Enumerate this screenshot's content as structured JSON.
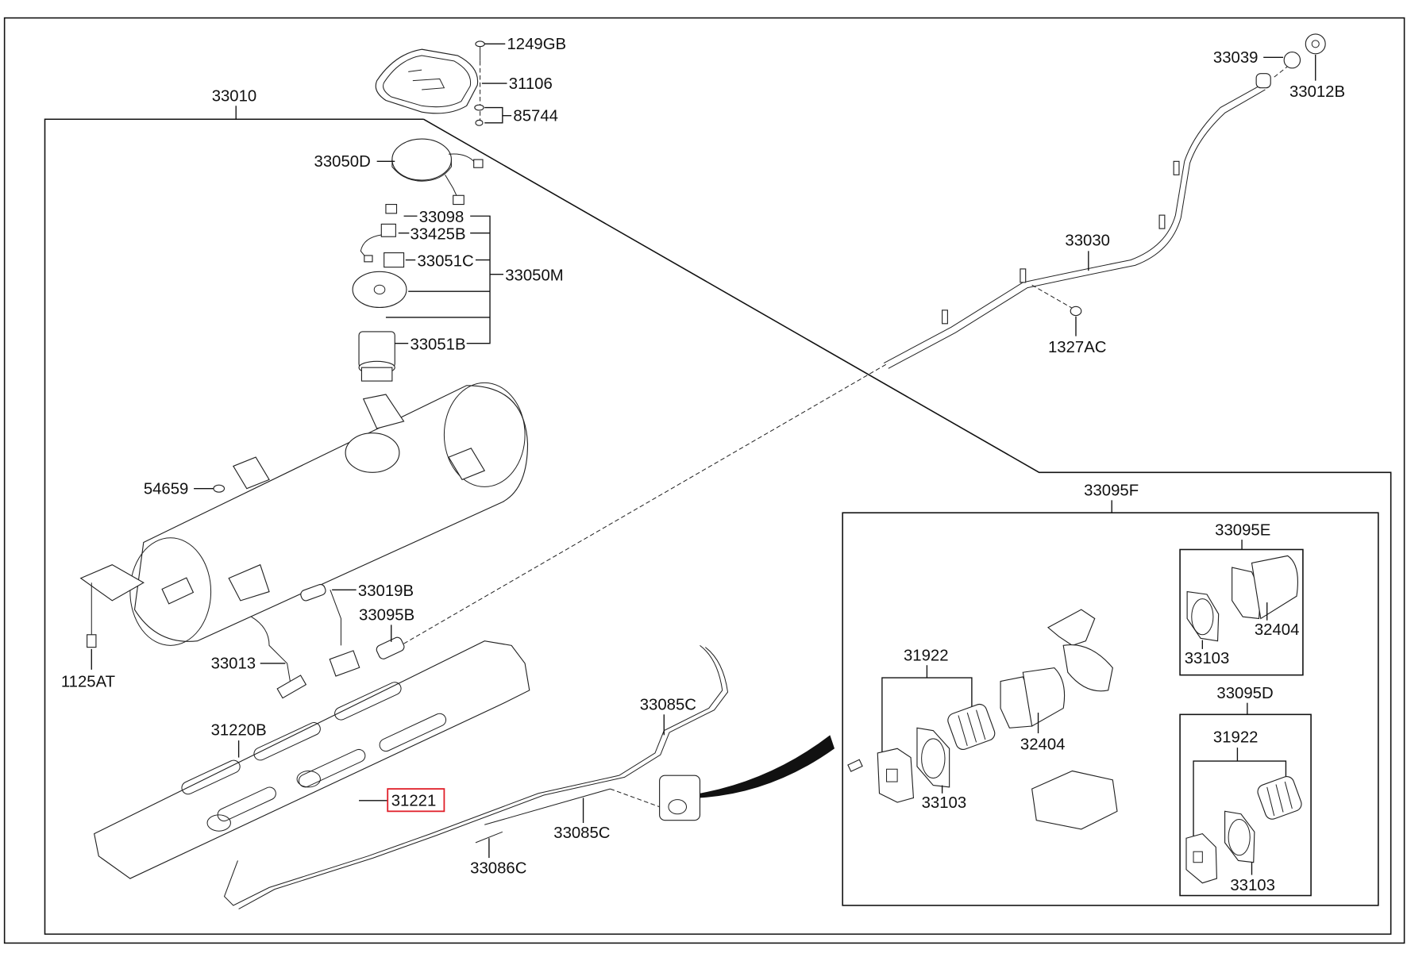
{
  "diagram": {
    "title": "Fuel tank assembly exploded parts diagram",
    "highlight_color": "#e0202a",
    "labels": {
      "l1249GB": "1249GB",
      "l31106": "31106",
      "l85744": "85744",
      "l33010": "33010",
      "l33050D": "33050D",
      "l33098": "33098",
      "l33425B": "33425B",
      "l33051C": "33051C",
      "l33050M": "33050M",
      "l33051B": "33051B",
      "l54659": "54659",
      "l1125AT": "1125AT",
      "l33019B": "33019B",
      "l33095B": "33095B",
      "l33013": "33013",
      "l31220B": "31220B",
      "l31221": "31221",
      "l33085C_top": "33085C",
      "l33085C_bot": "33085C",
      "l33086C": "33086C",
      "l33039": "33039",
      "l33012B": "33012B",
      "l33030": "33030",
      "l1327AC": "1327AC",
      "l33095F": "33095F",
      "l31922_main": "31922",
      "l33103_main": "33103",
      "l32404_main": "32404",
      "l33095E": "33095E",
      "l33103_e": "33103",
      "l32404_e": "32404",
      "l33095D": "33095D",
      "l31922_d": "31922",
      "l33103_d": "33103"
    },
    "highlighted_part": "31221"
  }
}
